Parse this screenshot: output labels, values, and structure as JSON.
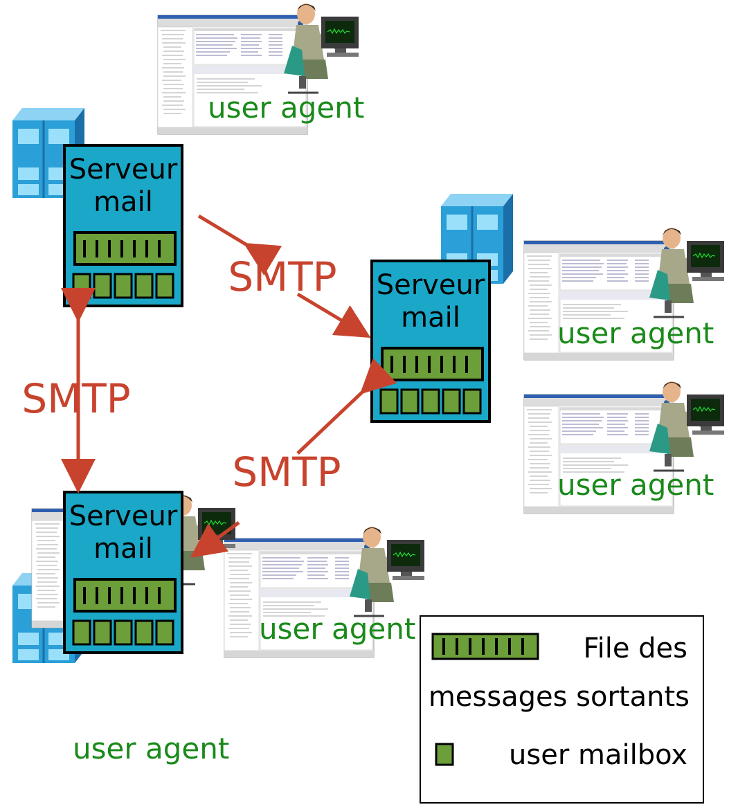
{
  "servers": {
    "top_left": {
      "line1": "Serveur",
      "line2": "mail"
    },
    "right": {
      "line1": "Serveur",
      "line2": "mail"
    },
    "bottom_left": {
      "line1": "Serveur",
      "line2": "mail"
    }
  },
  "protocol_labels": {
    "top_link": "SMTP",
    "left_link": "SMTP",
    "bottom_link": "SMTP"
  },
  "user_agents": {
    "top": "user agent",
    "right_top": "user agent",
    "right_bottom": "user agent",
    "middle": "user agent",
    "bottom_left": "user agent"
  },
  "legend": {
    "queue_line1": "File des",
    "queue_line2": "messages sortants",
    "mailbox": "user mailbox"
  },
  "colors": {
    "server_fill": "#1aa7c8",
    "queue_fill": "#6c9e3a",
    "arrow": "#c8432d",
    "agent_text": "#1a8a1a",
    "rack_blue": "#2b9fd8"
  }
}
